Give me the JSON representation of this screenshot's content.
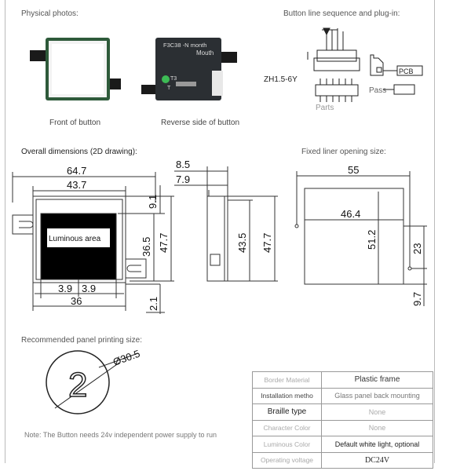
{
  "sections": {
    "physical_photos": "Physical photos:",
    "button_line": "Button line sequence and plug-in:",
    "overall_dims": "Overall dimensions (2D drawing):",
    "liner_opening": "Fixed liner opening size:",
    "panel_printing": "Recommended panel printing size:"
  },
  "photos": {
    "front_caption": "Front of button",
    "reverse_caption": "Reverse side of button",
    "reverse_label_top": "F3C38 -N month",
    "reverse_label_mid": "Mouth",
    "reverse_t3": "T3",
    "reverse_t": "T"
  },
  "connector": {
    "model": "ZH1.5-6Y",
    "pcb": "PCB",
    "pass": "Pass",
    "parts": "Parts"
  },
  "front_view": {
    "width_outer": "64.7",
    "width_inner": "43.7",
    "height_a": "9.1",
    "height_b": "36.5",
    "height_c": "47.7",
    "bottom_a": "3.9",
    "bottom_b": "3.9",
    "bottom_c": "36",
    "bottom_d": "2.1",
    "luminous_label": "Luminous area"
  },
  "side_view": {
    "width_a": "8.5",
    "width_b": "7.9",
    "height_a": "43.5",
    "height_b": "47.7"
  },
  "liner": {
    "width_outer": "55",
    "width_inner": "46.4",
    "height_inner": "51.2",
    "right_a": "23",
    "right_b": "9.7"
  },
  "panel": {
    "diameter": "Ø30.5",
    "number": "2"
  },
  "note": "Note: The Button needs 24v independent power supply to run",
  "specs": [
    {
      "key": "Border Material",
      "value": "Plastic frame"
    },
    {
      "key": "Installation metho",
      "value": "Glass panel back mounting"
    },
    {
      "key": "Braille type",
      "value": "None"
    },
    {
      "key": "Character Color",
      "value": "None"
    },
    {
      "key": "Luminous Color",
      "value": "Default white light, optional"
    },
    {
      "key": "Operating voltage",
      "value": "DC24V"
    }
  ],
  "colors": {
    "luminous_fill": "#000000",
    "outline": "#333333",
    "photo_body": "#2b2f33"
  }
}
